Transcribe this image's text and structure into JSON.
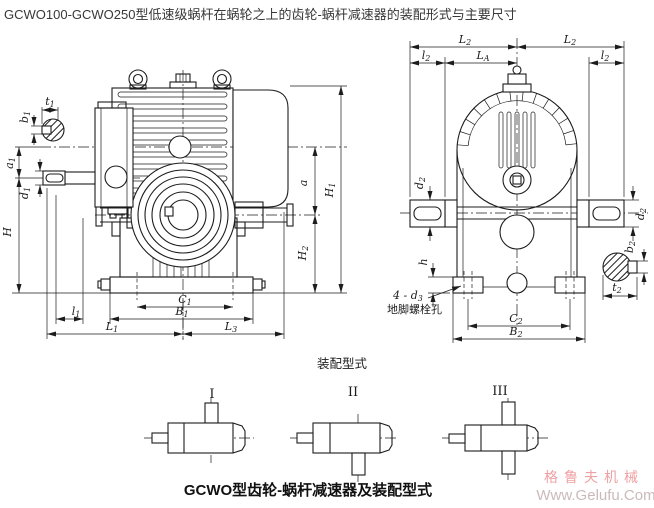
{
  "page": {
    "title": "GCWO100-GCWO250型低速级蜗杆在蜗轮之上的齿轮-蜗杆减速器的装配形式与主要尺寸",
    "caption": "GCWO型齿轮-蜗杆减速器及装配型式"
  },
  "side_view": {
    "dims": {
      "t1": {
        "base": "t",
        "sub": "1"
      },
      "b1": {
        "base": "b",
        "sub": "1"
      },
      "a1": {
        "base": "a",
        "sub": "1"
      },
      "d1": {
        "base": "d",
        "sub": "1"
      },
      "H": {
        "base": "H",
        "sub": ""
      },
      "a": {
        "base": "a",
        "sub": ""
      },
      "H1": {
        "base": "H",
        "sub": "1"
      },
      "H2": {
        "base": "H",
        "sub": "2"
      },
      "C1": {
        "base": "C",
        "sub": "1"
      },
      "B1": {
        "base": "B",
        "sub": "1"
      },
      "l1": {
        "base": "l",
        "sub": "1"
      },
      "L1": {
        "base": "L",
        "sub": "1"
      },
      "L3": {
        "base": "L",
        "sub": "3"
      }
    }
  },
  "front_view": {
    "dims": {
      "L2a": {
        "base": "L",
        "sub": "2"
      },
      "L2b": {
        "base": "L",
        "sub": "2"
      },
      "l2a": {
        "base": "l",
        "sub": "2"
      },
      "LA": {
        "base": "L",
        "sub": "A"
      },
      "l2b": {
        "base": "l",
        "sub": "2"
      },
      "d2a": {
        "base": "d",
        "sub": "2"
      },
      "d2b": {
        "base": "d",
        "sub": "2"
      },
      "h": {
        "base": "h",
        "sub": ""
      },
      "b2": {
        "base": "b",
        "sub": "2"
      },
      "t2": {
        "base": "t",
        "sub": "2"
      },
      "C2": {
        "base": "C",
        "sub": "2"
      },
      "B2": {
        "base": "B",
        "sub": "2"
      }
    },
    "bolt_note": {
      "line1_base": "4 - d",
      "line1_sub": "3",
      "line2": "地脚螺栓孔"
    }
  },
  "assembly": {
    "heading": "装配型式",
    "type1": "I",
    "type2": "II",
    "type3": "III"
  },
  "watermark": {
    "brand": "格鲁夫机械",
    "url": "Www.Gelufu.Com"
  },
  "colors": {
    "line": "#1c1c1c",
    "title_text": "#383838",
    "watermark_brand": "#f0a0a2",
    "watermark_url": "#cbbaba",
    "background": "#ffffff"
  }
}
